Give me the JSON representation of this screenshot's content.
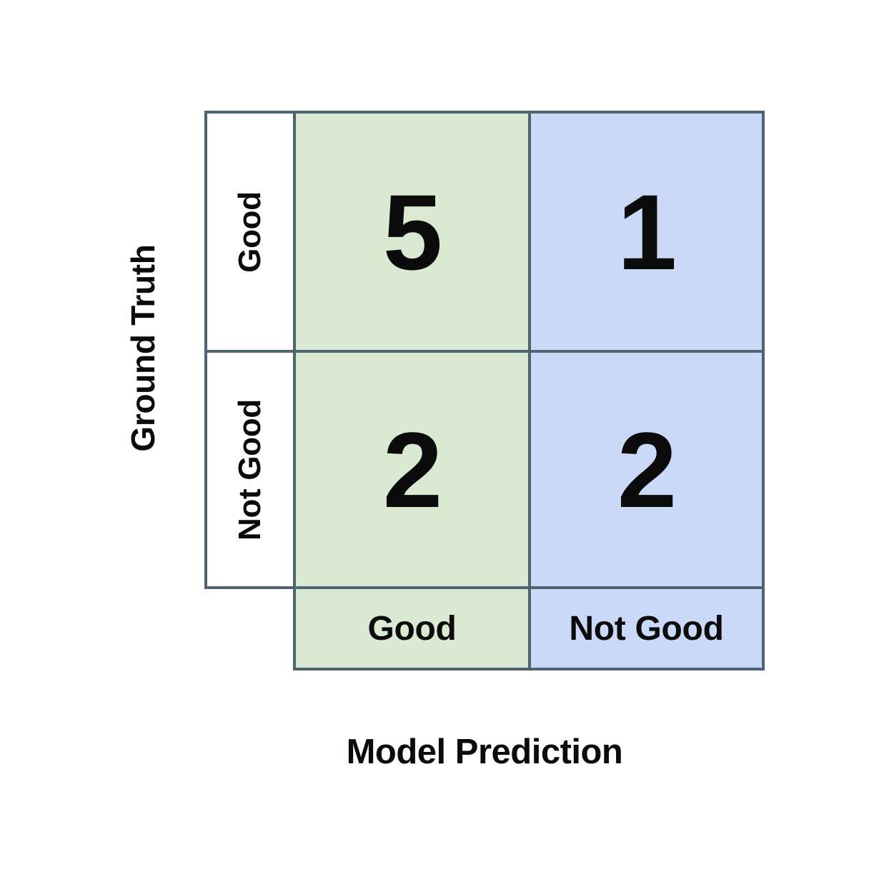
{
  "chart_data": {
    "type": "table",
    "title": "",
    "xlabel": "Model Prediction",
    "ylabel": "Ground Truth",
    "categories": [
      "Good",
      "Not Good"
    ],
    "row_labels": [
      "Good",
      "Not Good"
    ],
    "col_labels": [
      "Good",
      "Not Good"
    ],
    "matrix": [
      [
        5,
        1
      ],
      [
        2,
        2
      ]
    ],
    "cells": [
      {
        "row": "Good",
        "col": "Good",
        "value": "5",
        "fill": "#d9e9d2"
      },
      {
        "row": "Good",
        "col": "Not Good",
        "value": "1",
        "fill": "#c9d9f7"
      },
      {
        "row": "Not Good",
        "col": "Good",
        "value": "2",
        "fill": "#d9e9d2"
      },
      {
        "row": "Not Good",
        "col": "Not Good",
        "value": "2",
        "fill": "#c9d9f7"
      }
    ],
    "grid": true,
    "legend": ""
  },
  "axes": {
    "y_title": "Ground Truth",
    "x_title": "Model Prediction"
  },
  "rows": [
    {
      "label": "Good",
      "good": "5",
      "not_good": "1"
    },
    {
      "label": "Not Good",
      "good": "2",
      "not_good": "2"
    }
  ],
  "columns": [
    {
      "label": "Good"
    },
    {
      "label": "Not Good"
    }
  ],
  "colors": {
    "good_column": "#d9e9d2",
    "not_good_column": "#c9d9f7",
    "grid_line": "#4e6470",
    "text": "#0b0b0b",
    "background": "#ffffff"
  }
}
